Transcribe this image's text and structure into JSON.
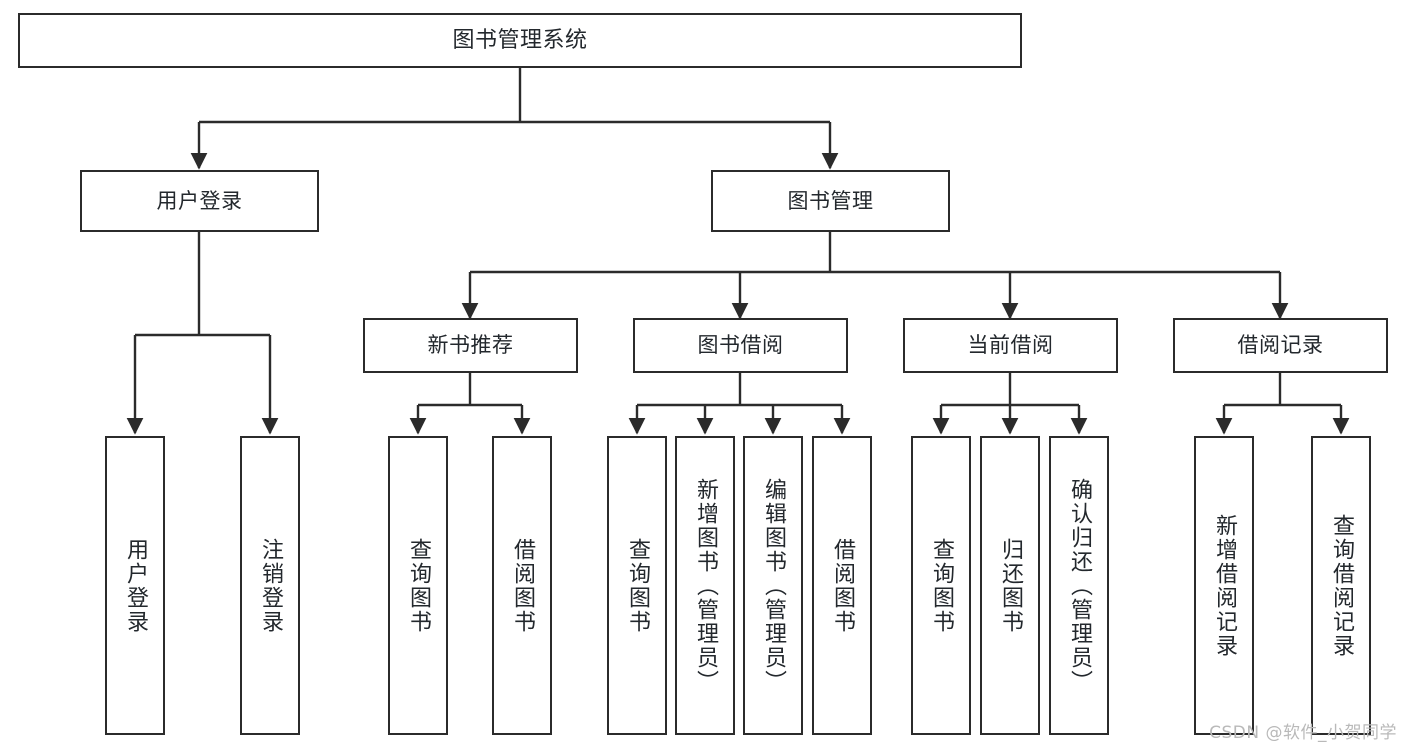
{
  "diagram": {
    "title": "图书管理系统",
    "type": "tree",
    "watermark": "CSDN @软件_小贺同学",
    "colors": {
      "background": "#ffffff",
      "box_border": "#2b2b2b",
      "box_fill": "#ffffff",
      "text": "#23282d",
      "edge": "#2b2b2b",
      "watermark": "#b9b9b9"
    },
    "root": {
      "label": "图书管理系统"
    },
    "level2": [
      {
        "label": "用户登录"
      },
      {
        "label": "图书管理"
      }
    ],
    "level3": [
      {
        "label": "新书推荐"
      },
      {
        "label": "图书借阅"
      },
      {
        "label": "当前借阅"
      },
      {
        "label": "借阅记录"
      }
    ],
    "leaves": {
      "user_login": [
        {
          "label": "用户登录"
        },
        {
          "label": "注销登录"
        }
      ],
      "new_book_recommend": [
        {
          "label": "查询图书"
        },
        {
          "label": "借阅图书"
        }
      ],
      "book_borrow": [
        {
          "label": "查询图书"
        },
        {
          "label": "新增图书（管理员）"
        },
        {
          "label": "编辑图书（管理员）"
        },
        {
          "label": "借阅图书"
        }
      ],
      "current_borrow": [
        {
          "label": "查询图书"
        },
        {
          "label": "归还图书"
        },
        {
          "label": "确认归还（管理员）"
        }
      ],
      "borrow_record": [
        {
          "label": "新增借阅记录"
        },
        {
          "label": "查询借阅记录"
        }
      ]
    }
  }
}
